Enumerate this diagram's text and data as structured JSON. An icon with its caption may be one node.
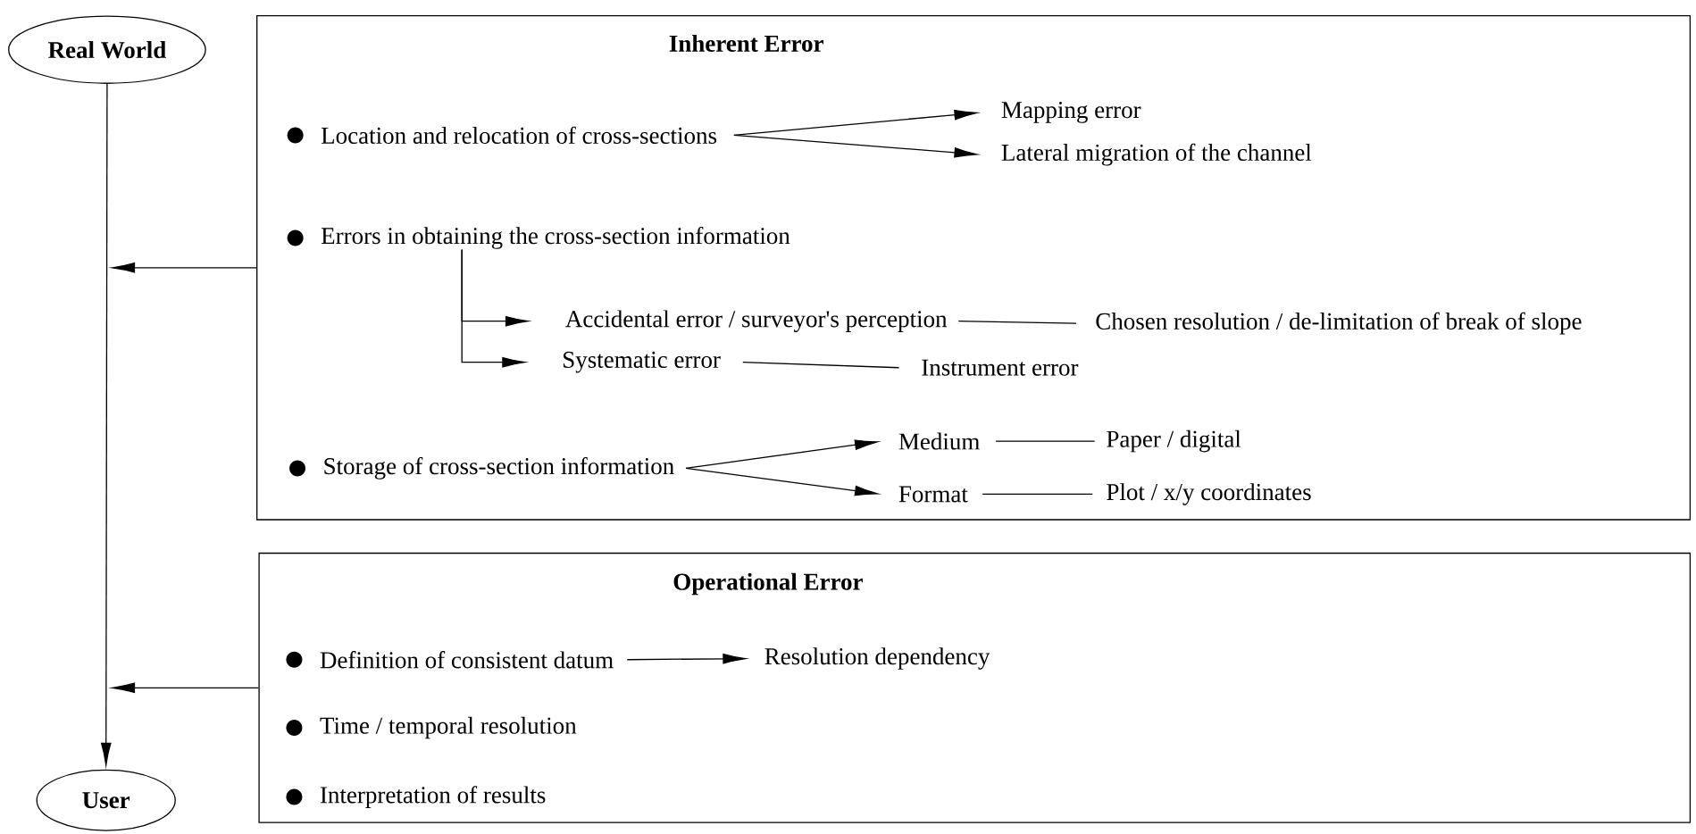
{
  "diagram": {
    "nodes": [
      {
        "text": [
          "Real World"
        ]
      },
      {
        "text": [
          "User"
        ]
      },
      {
        "text": [
          "Inherent Error"
        ]
      },
      {
        "text": [
          "Location and relocation of cross-sections"
        ],
        "in": 2
      },
      {
        "text": [
          "Mapping error"
        ],
        "in": 2
      },
      {
        "text": [
          "Lateral migration of the channel"
        ],
        "in": 2
      },
      {
        "text": [
          "Errors in obtaining the cross-section information"
        ],
        "in": 2
      },
      {
        "text": [
          "Accidental error / surveyor's perception"
        ],
        "in": 2
      },
      {
        "text": [
          "Chosen resolution / de-limitation of break of slope"
        ],
        "in": 2
      },
      {
        "text": [
          "Systematic error"
        ],
        "in": 2
      },
      {
        "text": [
          "Instrument error"
        ],
        "in": 2
      },
      {
        "text": [
          "Storage of cross-section information"
        ],
        "in": 2
      },
      {
        "text": [
          "Medium"
        ],
        "in": 2
      },
      {
        "text": [
          "Paper / digital"
        ],
        "in": 2
      },
      {
        "text": [
          "Format"
        ],
        "in": 2
      },
      {
        "text": [
          "Plot / x/y coordinates"
        ],
        "in": 2
      },
      {
        "text": [
          "Operational Error"
        ]
      },
      {
        "text": [
          "Definition of consistent datum"
        ],
        "in": 16
      },
      {
        "text": [
          "Resolution dependency"
        ],
        "in": 16
      },
      {
        "text": [
          "Time / temporal resolution"
        ],
        "in": 16
      },
      {
        "text": [
          "Interpretation of results"
        ],
        "in": 16
      }
    ],
    "edges": [
      {
        "from": 0,
        "to": 1,
        "arrow": "to"
      },
      {
        "from": 2,
        "to": null,
        "arrow": "to"
      },
      {
        "from": 16,
        "to": null,
        "arrow": "to"
      },
      {
        "from": 3,
        "to": 4,
        "arrow": "to"
      },
      {
        "from": 3,
        "to": 5,
        "arrow": "to"
      },
      {
        "from": 6,
        "to": 7,
        "arrow": "to"
      },
      {
        "from": 6,
        "to": 9,
        "arrow": "to"
      },
      {
        "from": 7,
        "to": 8,
        "arrow": "none"
      },
      {
        "from": 9,
        "to": 10,
        "arrow": "none"
      },
      {
        "from": 11,
        "to": 12,
        "arrow": "to"
      },
      {
        "from": 11,
        "to": 14,
        "arrow": "to"
      },
      {
        "from": 12,
        "to": 13,
        "arrow": "none"
      },
      {
        "from": 14,
        "to": 15,
        "arrow": "none"
      },
      {
        "from": 17,
        "to": 18,
        "arrow": "to"
      }
    ]
  }
}
